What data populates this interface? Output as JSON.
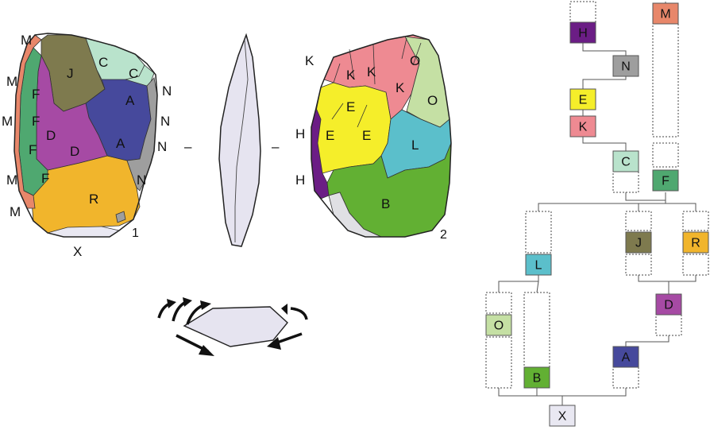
{
  "colors": {
    "M": "#e8876a",
    "H": "#6b1d85",
    "N": "#9e9e9e",
    "E": "#f5ee2a",
    "K": "#ee8a92",
    "C": "#b9e3cc",
    "F": "#4fa870",
    "L": "#5bbfcb",
    "J": "#7e7a4e",
    "R": "#f1b52c",
    "O": "#c5e0a4",
    "B": "#62b033",
    "D": "#a64aa4",
    "A": "#46499c",
    "X": "#e9e8f2",
    "face": "#e6e4f0",
    "outline": "#222222"
  },
  "figure1": {
    "number": "1",
    "labels": {
      "M1": "M",
      "M2": "M",
      "M3": "M",
      "M4": "M",
      "M5": "M",
      "F1": "F",
      "F2": "F",
      "F3": "F",
      "F4": "F",
      "J": "J",
      "C1": "C",
      "C2": "C",
      "N1": "N",
      "N2": "N",
      "N3": "N",
      "N4": "N",
      "A1": "A",
      "A2": "A",
      "D1": "D",
      "D2": "D",
      "R": "R",
      "X": "X"
    }
  },
  "figure2": {
    "number": "2",
    "labels": {
      "K1": "K",
      "K2": "K",
      "K3": "K",
      "K4": "K",
      "O1": "O",
      "O2": "O",
      "E1": "E",
      "E2": "E",
      "E3": "E",
      "H1": "H",
      "H2": "H",
      "L": "L",
      "B": "B"
    }
  },
  "dash1": "–",
  "dash2": "–",
  "sequence": {
    "nodes": [
      "M",
      "H",
      "N",
      "E",
      "K",
      "C",
      "F",
      "L",
      "J",
      "R",
      "D",
      "O",
      "B",
      "A",
      "X"
    ]
  }
}
